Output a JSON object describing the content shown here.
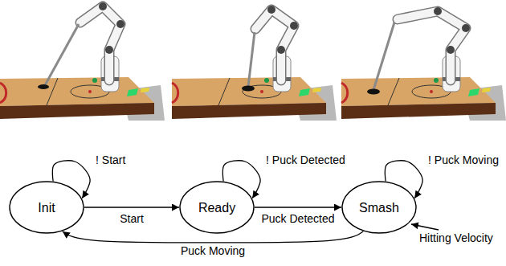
{
  "diagram": {
    "nodes": [
      {
        "text": [
          "Init"
        ]
      },
      {
        "text": [
          "Ready"
        ]
      },
      {
        "text": [
          "Smash"
        ]
      }
    ],
    "edges": [
      {
        "from": 0,
        "to": 0,
        "label": "! Start",
        "arrow": "to"
      },
      {
        "from": 0,
        "to": 1,
        "label": "Start",
        "arrow": "to"
      },
      {
        "from": 1,
        "to": 1,
        "label": "! Puck Detected",
        "arrow": "to"
      },
      {
        "from": 1,
        "to": 2,
        "label": "Puck Detected",
        "arrow": "to"
      },
      {
        "from": 2,
        "to": 2,
        "label": "! Puck Moving",
        "arrow": "to"
      },
      {
        "from": 2,
        "to": 0,
        "label": "Puck Moving",
        "arrow": "to"
      }
    ],
    "labels": [
      "Hitting Velocity"
    ]
  }
}
